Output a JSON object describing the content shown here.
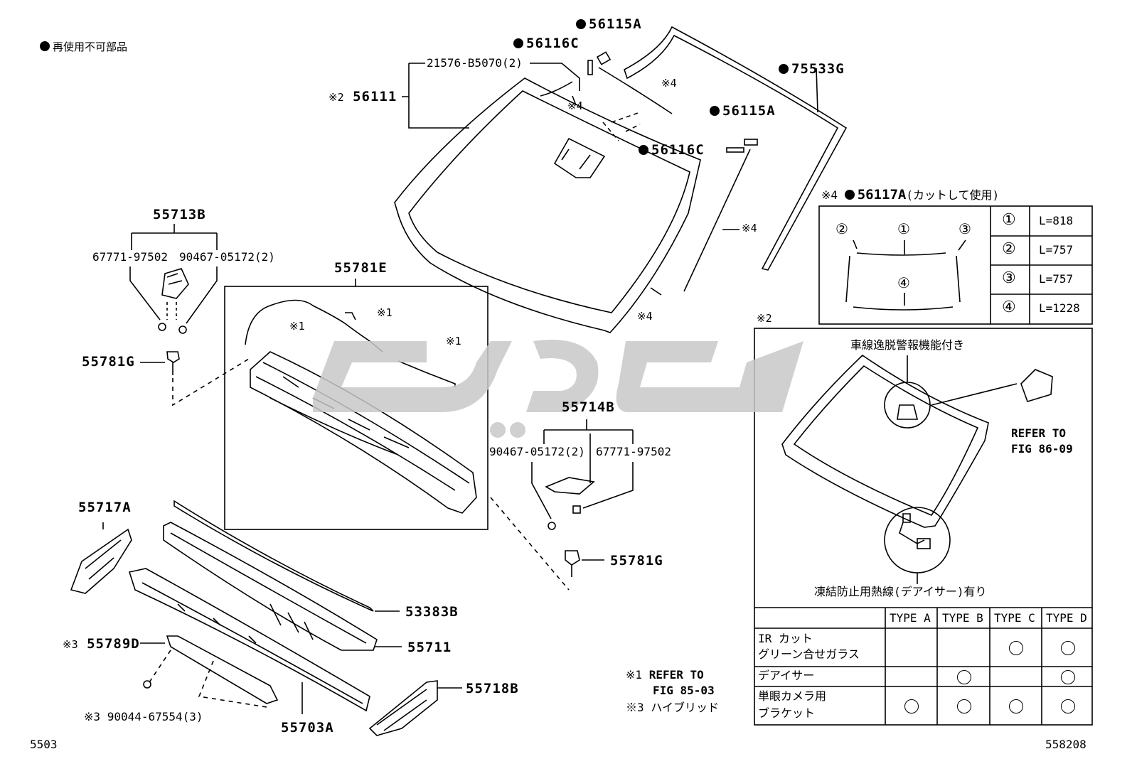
{
  "legend": {
    "symbol_note": "再使用不可部品"
  },
  "footer": {
    "left_code": "5503",
    "right_code": "558208"
  },
  "parts": {
    "p56115A_top": "56115A",
    "p56116C_top": "56116C",
    "p21576": "21576-B5070(2)",
    "p56111": "56111",
    "p56111_mark": "※2",
    "p75533G": "75533G",
    "p56115A_mid": "56115A",
    "p56116C_mid": "56116C",
    "p55713B": "55713B",
    "p67771_left": "67771-97502",
    "p90467_left": "90467-05172(2)",
    "p55781E": "55781E",
    "p55781G_left": "55781G",
    "p55714B": "55714B",
    "p90467_right": "90467-05172(2)",
    "p67771_right": "67771-97502",
    "p55781G_right": "55781G",
    "p55717A": "55717A",
    "p53383B": "53383B",
    "p55711": "55711",
    "p55789D": "55789D",
    "p55789D_mark": "※3",
    "p55718B": "55718B",
    "p55703A": "55703A",
    "p90044": "90044-67554(3)",
    "p90044_mark": "※3"
  },
  "marks": {
    "m4a": "※4",
    "m4b": "※4",
    "m4c": "※4",
    "m4d": "※4",
    "m1a": "※1",
    "m1b": "※1",
    "m1c": "※1",
    "m2": "※2"
  },
  "strip": {
    "title_mark": "※4",
    "title_part": "56117A",
    "title_note": "(カットして使用)",
    "rows": [
      {
        "num": "①",
        "len": "L=818"
      },
      {
        "num": "②",
        "len": "L=757"
      },
      {
        "num": "③",
        "len": "L=757"
      },
      {
        "num": "④",
        "len": "L=1228"
      }
    ],
    "diagram_nums": [
      "②",
      "①",
      "③",
      "④"
    ]
  },
  "inset": {
    "lane_label": "車線逸脱警報機能付き",
    "refer": "REFER TO",
    "refer_fig": "FIG 86-09",
    "deicer_label": "凍結防止用熱線(デアイサー)有り"
  },
  "type_table": {
    "headers": [
      "TYPE A",
      "TYPE B",
      "TYPE C",
      "TYPE D"
    ],
    "rows": [
      {
        "label1": "IR カット",
        "label2": "グリーン合せガラス",
        "marks": [
          false,
          false,
          true,
          true
        ]
      },
      {
        "label1": "デアイサー",
        "label2": "",
        "marks": [
          false,
          true,
          false,
          true
        ]
      },
      {
        "label1": "単眼カメラ用",
        "label2": "ブラケット",
        "marks": [
          true,
          true,
          true,
          true
        ]
      }
    ]
  },
  "notes": {
    "n1_mark": "※1",
    "n1_text": "REFER TO",
    "n1_text2": "FIG 85-03",
    "n3_mark": "※3",
    "n3_text": "ハイブリッド"
  },
  "watermark": {
    "text": "ﮔﻮﯾﺎﺭ",
    "color": "#c8c8c8"
  }
}
